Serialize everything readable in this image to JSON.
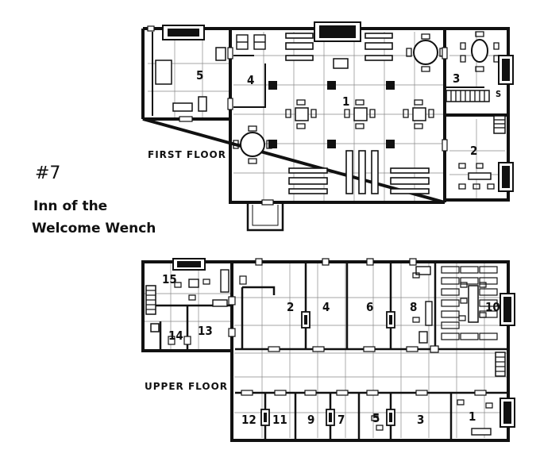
{
  "map_number": "#7",
  "map_title_line1": "Inn of the",
  "map_title_line2": "Welcome Wench",
  "first_floor": {
    "label": "FIRST FLOOR",
    "rooms": [
      "1",
      "2",
      "3",
      "4",
      "5"
    ],
    "extra_marks": [
      "S"
    ]
  },
  "upper_floor": {
    "label": "UPPER FLOOR",
    "rooms": [
      "1",
      "2",
      "3",
      "4",
      "5",
      "6",
      "7",
      "8",
      "9",
      "10",
      "11",
      "12",
      "13",
      "14",
      "15"
    ]
  },
  "colors": {
    "ink": "#111111",
    "paper": "#ffffff"
  }
}
